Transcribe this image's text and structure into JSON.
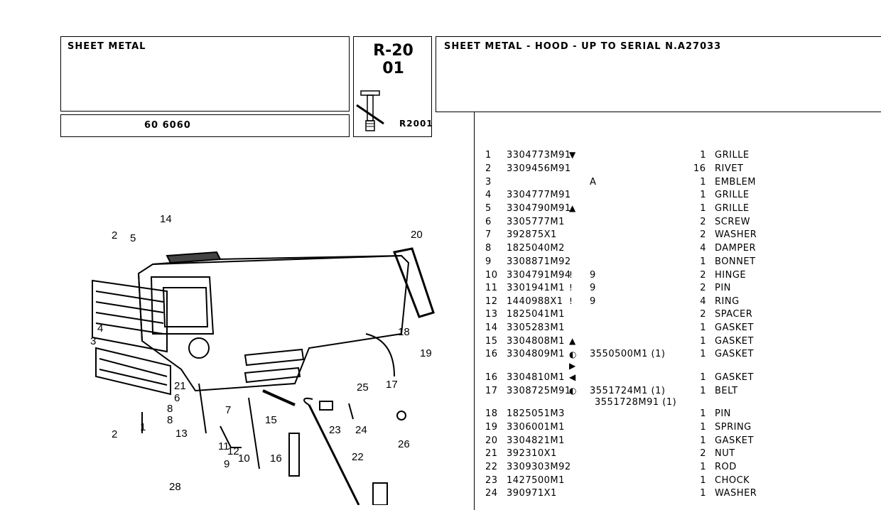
{
  "header": {
    "section_title": "SHEET METAL",
    "model": "60 6060",
    "ref_code_line1": "R-20",
    "ref_code_line2": "01",
    "ref_sub": "R2001",
    "description": "SHEET METAL - HOOD - UP TO SERIAL N.A27033"
  },
  "parts": [
    {
      "no": "1",
      "part": "3304773M91",
      "mark": "▼",
      "ref": "",
      "qty": "1",
      "name": "GRILLE"
    },
    {
      "no": "2",
      "part": "3309456M91",
      "mark": "",
      "ref": "",
      "qty": "16",
      "name": "RIVET"
    },
    {
      "no": "3",
      "part": "",
      "mark": "",
      "ref": "A",
      "qty": "1",
      "name": "EMBLEM"
    },
    {
      "no": "4",
      "part": "3304777M91",
      "mark": "",
      "ref": "",
      "qty": "1",
      "name": "GRILLE"
    },
    {
      "no": "5",
      "part": "3304790M91",
      "mark": "▲",
      "ref": "",
      "qty": "1",
      "name": "GRILLE"
    },
    {
      "no": "6",
      "part": "3305777M1",
      "mark": "",
      "ref": "",
      "qty": "2",
      "name": "SCREW"
    },
    {
      "no": "7",
      "part": "392875X1",
      "mark": "",
      "ref": "",
      "qty": "2",
      "name": "WASHER"
    },
    {
      "no": "8",
      "part": "1825040M2",
      "mark": "",
      "ref": "",
      "qty": "4",
      "name": "DAMPER"
    },
    {
      "no": "9",
      "part": "3308871M92",
      "mark": "",
      "ref": "",
      "qty": "1",
      "name": "BONNET"
    },
    {
      "no": "10",
      "part": "3304791M94",
      "mark": "!",
      "ref": "9",
      "qty": "2",
      "name": "HINGE"
    },
    {
      "no": "11",
      "part": "3301941M1",
      "mark": "!",
      "ref": "9",
      "qty": "2",
      "name": "PIN"
    },
    {
      "no": "12",
      "part": "1440988X1",
      "mark": "!",
      "ref": "9",
      "qty": "4",
      "name": "RING"
    },
    {
      "no": "13",
      "part": "1825041M1",
      "mark": "",
      "ref": "",
      "qty": "2",
      "name": "SPACER"
    },
    {
      "no": "14",
      "part": "3305283M1",
      "mark": "",
      "ref": "",
      "qty": "1",
      "name": "GASKET"
    },
    {
      "no": "15",
      "part": "3304808M1",
      "mark": "▲",
      "ref": "",
      "qty": "1",
      "name": "GASKET"
    },
    {
      "no": "16",
      "part": "3304809M1",
      "mark": "◐ ▶",
      "ref": "3550500M1  (1)",
      "qty": "1",
      "name": "GASKET"
    },
    {
      "no": "16",
      "part": "3304810M1",
      "mark": "◀",
      "ref": "",
      "qty": "1",
      "name": "GASKET"
    },
    {
      "no": "17",
      "part": "3308725M91",
      "mark": "◐",
      "ref": "3551724M1  (1)",
      "ref2": "3551728M91  (1)",
      "qty": "1",
      "name": "BELT"
    },
    {
      "no": "18",
      "part": "1825051M3",
      "mark": "",
      "ref": "",
      "qty": "1",
      "name": "PIN"
    },
    {
      "no": "19",
      "part": "3306001M1",
      "mark": "",
      "ref": "",
      "qty": "1",
      "name": "SPRING"
    },
    {
      "no": "20",
      "part": "3304821M1",
      "mark": "",
      "ref": "",
      "qty": "1",
      "name": "GASKET"
    },
    {
      "no": "21",
      "part": "392310X1",
      "mark": "",
      "ref": "",
      "qty": "2",
      "name": "NUT"
    },
    {
      "no": "22",
      "part": "3309303M92",
      "mark": "",
      "ref": "",
      "qty": "1",
      "name": "ROD"
    },
    {
      "no": "23",
      "part": "1427500M1",
      "mark": "",
      "ref": "",
      "qty": "1",
      "name": "CHOCK"
    },
    {
      "no": "24",
      "part": "390971X1",
      "mark": "",
      "ref": "",
      "qty": "1",
      "name": "WASHER"
    }
  ],
  "diagram_callouts": [
    "14",
    "2",
    "5",
    "20",
    "4",
    "3",
    "18",
    "19",
    "17",
    "21",
    "6",
    "7",
    "8",
    "8",
    "25",
    "15",
    "23",
    "24",
    "26",
    "13",
    "10",
    "12",
    "11",
    "9",
    "16",
    "22",
    "28",
    "2",
    "1"
  ]
}
